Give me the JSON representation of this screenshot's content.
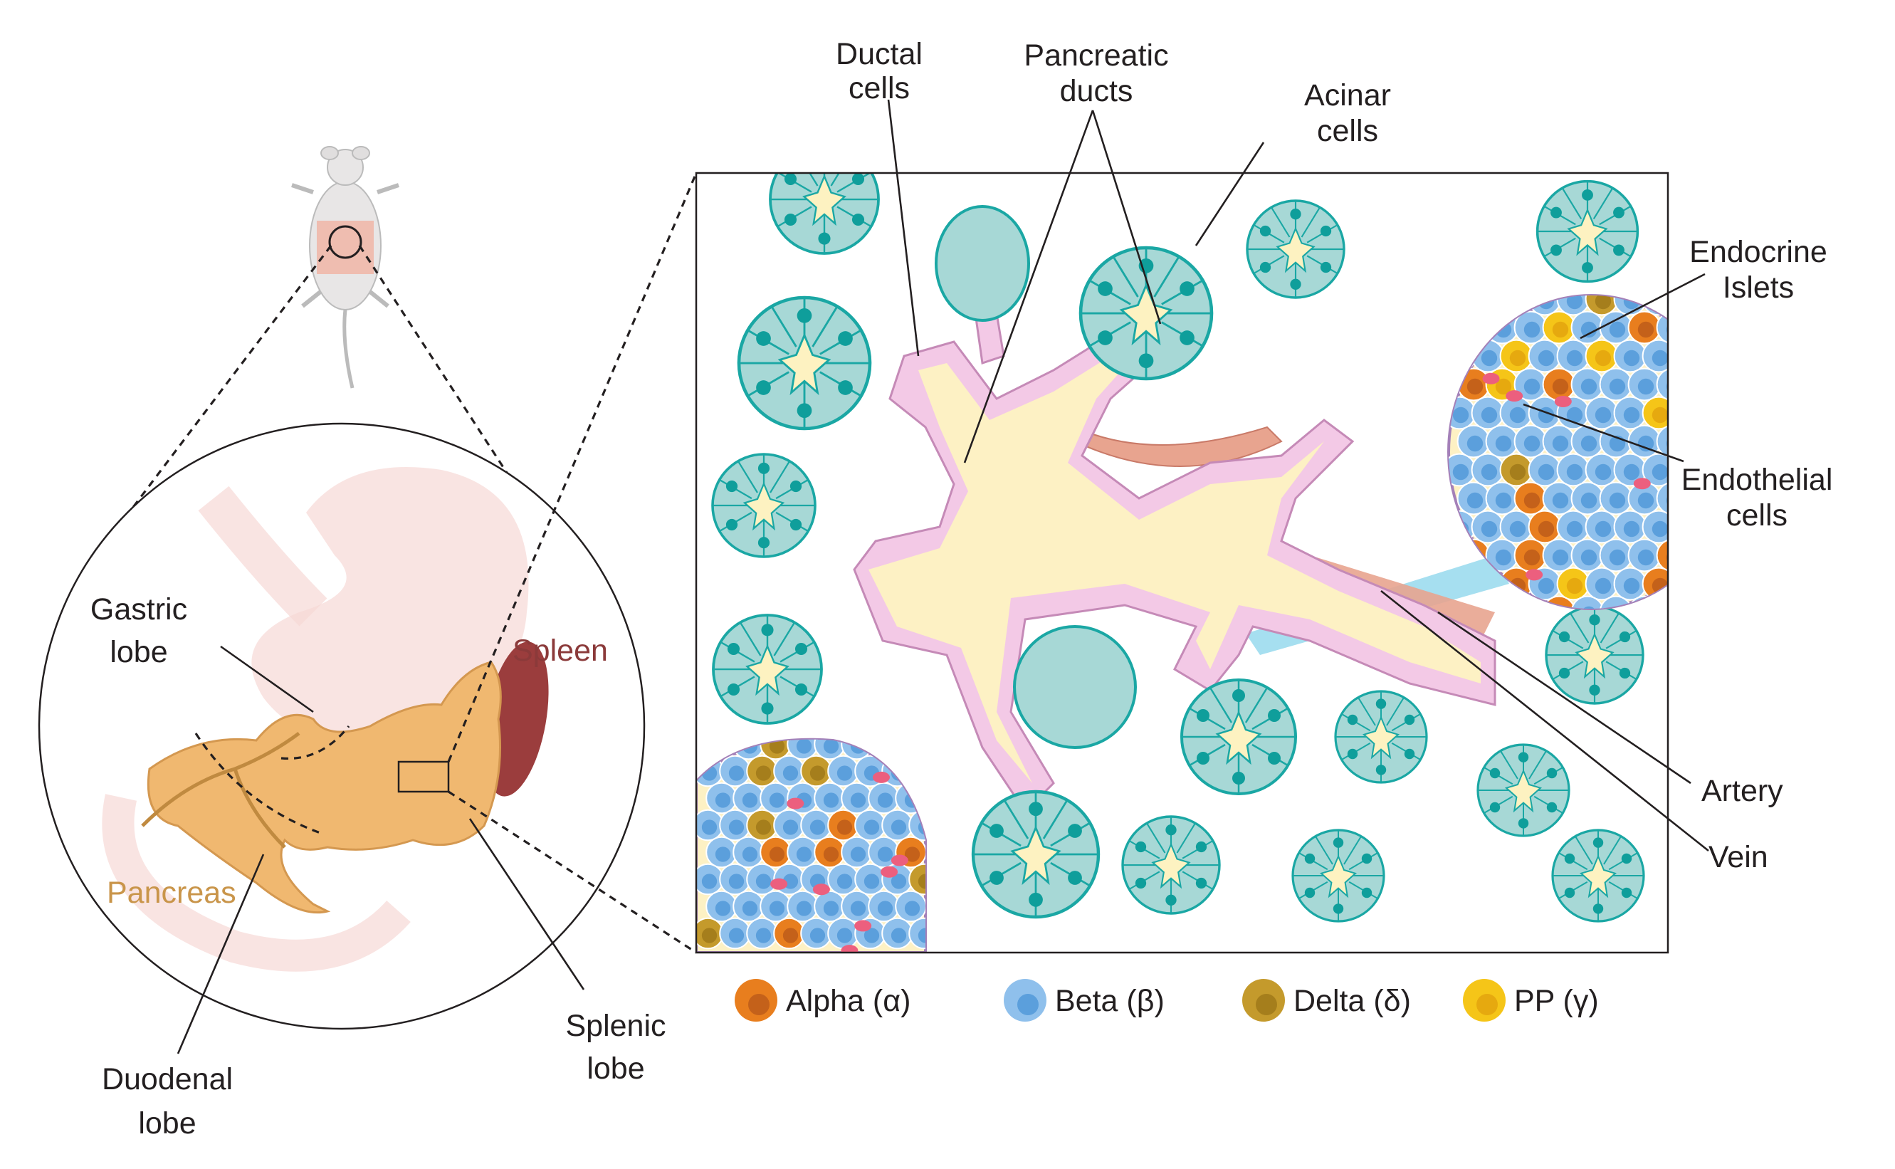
{
  "labels": {
    "ductal_cells": [
      "Ductal",
      "cells"
    ],
    "pancreatic_ducts": [
      "Pancreatic",
      "ducts"
    ],
    "acinar_cells": [
      "Acinar",
      "cells"
    ],
    "endocrine_islets": [
      "Endocrine",
      "Islets"
    ],
    "endothelial_cells": [
      "Endothelial",
      "cells"
    ],
    "artery": "Artery",
    "vein": "Vein",
    "gastric_lobe": [
      "Gastric",
      "lobe"
    ],
    "spleen": "Spleen",
    "pancreas": "Pancreas",
    "duodenal_lobe": [
      "Duodenal",
      "lobe"
    ],
    "splenic_lobe": [
      "Splenic",
      "lobe"
    ]
  },
  "legend": [
    {
      "label": "Alpha (α)",
      "color": "#e87e1e",
      "inner": "#c4611a"
    },
    {
      "label": "Beta (β)",
      "color": "#8fc0ec",
      "inner": "#5b9fdc"
    },
    {
      "label": "Delta (δ)",
      "color": "#c49a2c",
      "inner": "#a57e1c"
    },
    {
      "label": "PP (γ)",
      "color": "#f5c518",
      "inner": "#e6a90f"
    }
  ],
  "colors": {
    "acinar": "#a7d8d6",
    "acinar_border": "#1aa7a4",
    "duct_wall": "#f3c9e6",
    "duct_lumen": "#fdf1c4",
    "islet_border": "#a480b8",
    "pancreas": "#f0b870",
    "spleen": "#9b3d3d",
    "stomach": "#f6d9d6",
    "artery": "#e8a48f",
    "vein": "#a6dff0"
  }
}
